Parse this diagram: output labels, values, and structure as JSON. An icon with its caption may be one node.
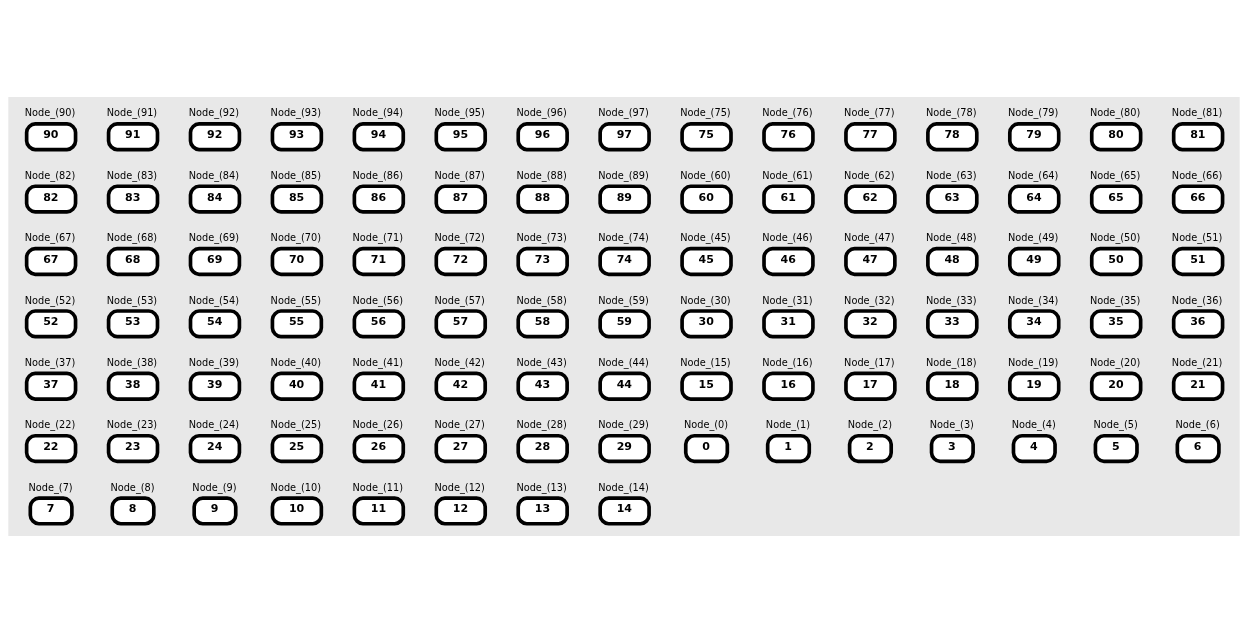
{
  "diagram": {
    "nodes": [
      {
        "text": [
          "Node_(0)",
          "0"
        ]
      },
      {
        "text": [
          "Node_(1)",
          "1"
        ]
      },
      {
        "text": [
          "Node_(2)",
          "2"
        ]
      },
      {
        "text": [
          "Node_(3)",
          "3"
        ]
      },
      {
        "text": [
          "Node_(4)",
          "4"
        ]
      },
      {
        "text": [
          "Node_(5)",
          "5"
        ]
      },
      {
        "text": [
          "Node_(6)",
          "6"
        ]
      },
      {
        "text": [
          "Node_(7)",
          "7"
        ]
      },
      {
        "text": [
          "Node_(8)",
          "8"
        ]
      },
      {
        "text": [
          "Node_(9)",
          "9"
        ]
      },
      {
        "text": [
          "Node_(10)",
          "10"
        ]
      },
      {
        "text": [
          "Node_(11)",
          "11"
        ]
      },
      {
        "text": [
          "Node_(12)",
          "12"
        ]
      },
      {
        "text": [
          "Node_(13)",
          "13"
        ]
      },
      {
        "text": [
          "Node_(14)",
          "14"
        ]
      },
      {
        "text": [
          "Node_(15)",
          "15"
        ]
      },
      {
        "text": [
          "Node_(16)",
          "16"
        ]
      },
      {
        "text": [
          "Node_(17)",
          "17"
        ]
      },
      {
        "text": [
          "Node_(18)",
          "18"
        ]
      },
      {
        "text": [
          "Node_(19)",
          "19"
        ]
      },
      {
        "text": [
          "Node_(20)",
          "20"
        ]
      },
      {
        "text": [
          "Node_(21)",
          "21"
        ]
      },
      {
        "text": [
          "Node_(22)",
          "22"
        ]
      },
      {
        "text": [
          "Node_(23)",
          "23"
        ]
      },
      {
        "text": [
          "Node_(24)",
          "24"
        ]
      },
      {
        "text": [
          "Node_(25)",
          "25"
        ]
      },
      {
        "text": [
          "Node_(26)",
          "26"
        ]
      },
      {
        "text": [
          "Node_(27)",
          "27"
        ]
      },
      {
        "text": [
          "Node_(28)",
          "28"
        ]
      },
      {
        "text": [
          "Node_(29)",
          "29"
        ]
      },
      {
        "text": [
          "Node_(30)",
          "30"
        ]
      },
      {
        "text": [
          "Node_(31)",
          "31"
        ]
      },
      {
        "text": [
          "Node_(32)",
          "32"
        ]
      },
      {
        "text": [
          "Node_(33)",
          "33"
        ]
      },
      {
        "text": [
          "Node_(34)",
          "34"
        ]
      },
      {
        "text": [
          "Node_(35)",
          "35"
        ]
      },
      {
        "text": [
          "Node_(36)",
          "36"
        ]
      },
      {
        "text": [
          "Node_(37)",
          "37"
        ]
      },
      {
        "text": [
          "Node_(38)",
          "38"
        ]
      },
      {
        "text": [
          "Node_(39)",
          "39"
        ]
      },
      {
        "text": [
          "Node_(40)",
          "40"
        ]
      },
      {
        "text": [
          "Node_(41)",
          "41"
        ]
      },
      {
        "text": [
          "Node_(42)",
          "42"
        ]
      },
      {
        "text": [
          "Node_(43)",
          "43"
        ]
      },
      {
        "text": [
          "Node_(44)",
          "44"
        ]
      },
      {
        "text": [
          "Node_(45)",
          "45"
        ]
      },
      {
        "text": [
          "Node_(46)",
          "46"
        ]
      },
      {
        "text": [
          "Node_(47)",
          "47"
        ]
      },
      {
        "text": [
          "Node_(48)",
          "48"
        ]
      },
      {
        "text": [
          "Node_(49)",
          "49"
        ]
      },
      {
        "text": [
          "Node_(50)",
          "50"
        ]
      },
      {
        "text": [
          "Node_(51)",
          "51"
        ]
      },
      {
        "text": [
          "Node_(52)",
          "52"
        ]
      },
      {
        "text": [
          "Node_(53)",
          "53"
        ]
      },
      {
        "text": [
          "Node_(54)",
          "54"
        ]
      },
      {
        "text": [
          "Node_(55)",
          "55"
        ]
      },
      {
        "text": [
          "Node_(56)",
          "56"
        ]
      },
      {
        "text": [
          "Node_(57)",
          "57"
        ]
      },
      {
        "text": [
          "Node_(58)",
          "58"
        ]
      },
      {
        "text": [
          "Node_(59)",
          "59"
        ]
      },
      {
        "text": [
          "Node_(60)",
          "60"
        ]
      },
      {
        "text": [
          "Node_(61)",
          "61"
        ]
      },
      {
        "text": [
          "Node_(62)",
          "62"
        ]
      },
      {
        "text": [
          "Node_(63)",
          "63"
        ]
      },
      {
        "text": [
          "Node_(64)",
          "64"
        ]
      },
      {
        "text": [
          "Node_(65)",
          "65"
        ]
      },
      {
        "text": [
          "Node_(66)",
          "66"
        ]
      },
      {
        "text": [
          "Node_(67)",
          "67"
        ]
      },
      {
        "text": [
          "Node_(68)",
          "68"
        ]
      },
      {
        "text": [
          "Node_(69)",
          "69"
        ]
      },
      {
        "text": [
          "Node_(70)",
          "70"
        ]
      },
      {
        "text": [
          "Node_(71)",
          "71"
        ]
      },
      {
        "text": [
          "Node_(72)",
          "72"
        ]
      },
      {
        "text": [
          "Node_(73)",
          "73"
        ]
      },
      {
        "text": [
          "Node_(74)",
          "74"
        ]
      },
      {
        "text": [
          "Node_(75)",
          "75"
        ]
      },
      {
        "text": [
          "Node_(76)",
          "76"
        ]
      },
      {
        "text": [
          "Node_(77)",
          "77"
        ]
      },
      {
        "text": [
          "Node_(78)",
          "78"
        ]
      },
      {
        "text": [
          "Node_(79)",
          "79"
        ]
      },
      {
        "text": [
          "Node_(80)",
          "80"
        ]
      },
      {
        "text": [
          "Node_(81)",
          "81"
        ]
      },
      {
        "text": [
          "Node_(82)",
          "82"
        ]
      },
      {
        "text": [
          "Node_(83)",
          "83"
        ]
      },
      {
        "text": [
          "Node_(84)",
          "84"
        ]
      },
      {
        "text": [
          "Node_(85)",
          "85"
        ]
      },
      {
        "text": [
          "Node_(86)",
          "86"
        ]
      },
      {
        "text": [
          "Node_(87)",
          "87"
        ]
      },
      {
        "text": [
          "Node_(88)",
          "88"
        ]
      },
      {
        "text": [
          "Node_(89)",
          "89"
        ]
      },
      {
        "text": [
          "Node_(90)",
          "90"
        ]
      },
      {
        "text": [
          "Node_(91)",
          "91"
        ]
      },
      {
        "text": [
          "Node_(92)",
          "92"
        ]
      },
      {
        "text": [
          "Node_(93)",
          "93"
        ]
      },
      {
        "text": [
          "Node_(94)",
          "94"
        ]
      },
      {
        "text": [
          "Node_(95)",
          "95"
        ]
      },
      {
        "text": [
          "Node_(96)",
          "96"
        ]
      },
      {
        "text": [
          "Node_(97)",
          "97"
        ]
      }
    ]
  }
}
